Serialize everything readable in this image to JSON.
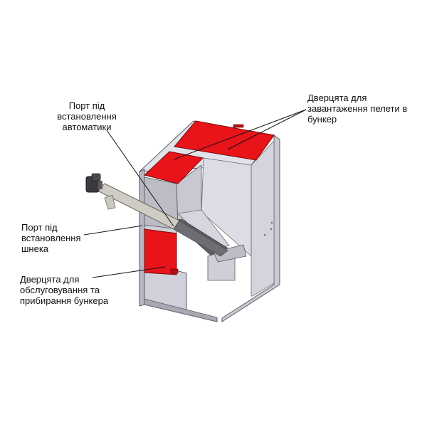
{
  "labels": {
    "automation_port": "Порт під\nвстановлення\nавтоматики",
    "loading_door": "Дверцята для\nзавантаження пелети в\nбункер",
    "screw_port": "Порт під\nвстановлення\nшнека",
    "service_door": "Дверцята для\nобслуговування та\nприбирання бункера"
  },
  "colors": {
    "red_panel": "#e8141a",
    "frame_light": "#d9d9e2",
    "frame_mid": "#c4c4ce",
    "frame_dark": "#9a9aa4",
    "auger": "#cfccc4",
    "outline": "#5a5a60"
  }
}
